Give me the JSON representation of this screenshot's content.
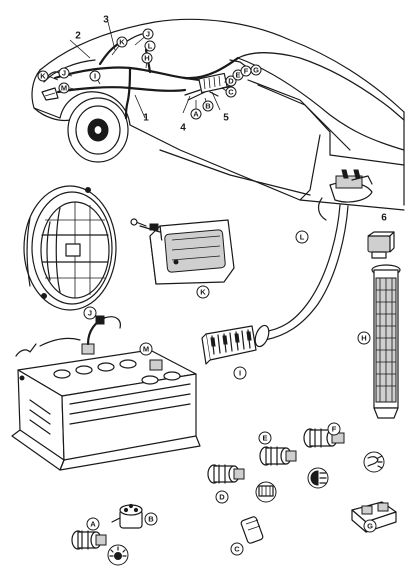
{
  "part_numbers": {
    "n1": "1",
    "n2": "2",
    "n3": "3",
    "n4": "4",
    "n5": "5",
    "n6": "6"
  },
  "callouts": {
    "A": "A",
    "B": "B",
    "C": "C",
    "D": "D",
    "E": "E",
    "F": "F",
    "G": "G",
    "H": "H",
    "I": "I",
    "J": "J",
    "K": "K",
    "L": "L",
    "M": "M"
  }
}
